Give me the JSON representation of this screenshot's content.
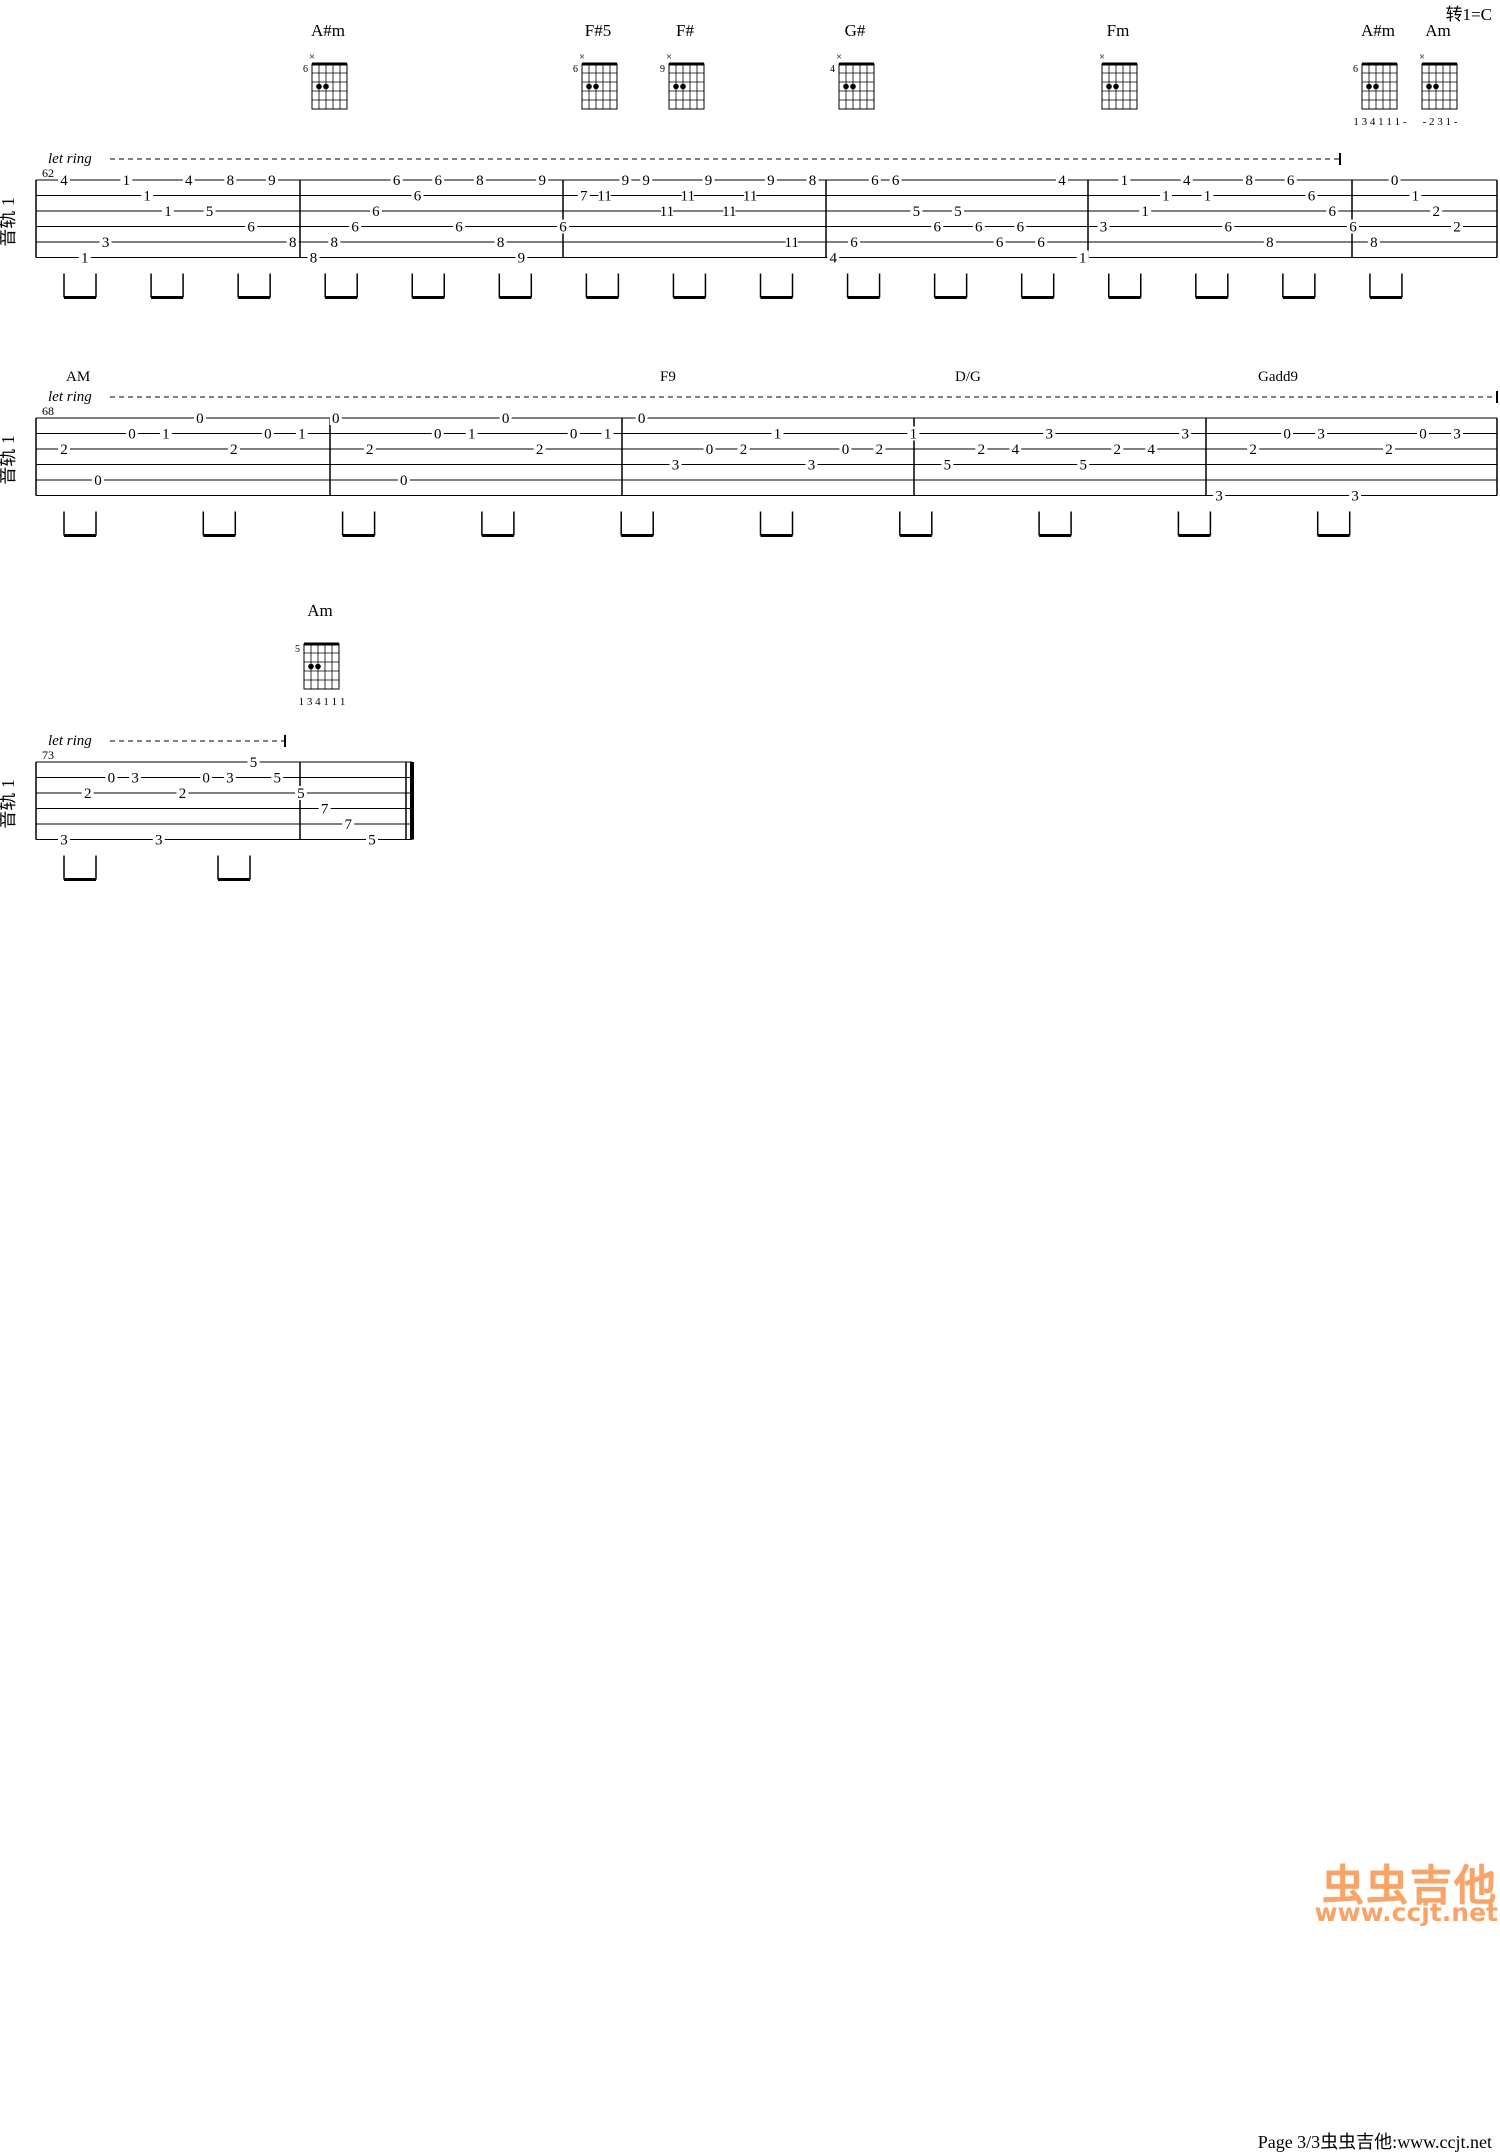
{
  "header": {
    "key_change": "转1=C"
  },
  "track_label": "音轨 1",
  "let_ring": "let ring",
  "footer": {
    "page": "Page 3/3",
    "site": "虫虫吉他:www.ccjt.net"
  },
  "watermark": {
    "logo": "虫虫吉他",
    "url": "www.ccjt.net"
  },
  "chords": [
    {
      "name": "A#m",
      "fret": "6",
      "mutes": "6",
      "fingers": ""
    },
    {
      "name": "F#5",
      "fret": "6",
      "mutes": "6,5",
      "fingers": ""
    },
    {
      "name": "F#",
      "fret": "9",
      "mutes": "6,5",
      "fingers": ""
    },
    {
      "name": "G#",
      "fret": "4",
      "mutes": "2",
      "fingers": ""
    },
    {
      "name": "Fm",
      "fret": "",
      "mutes": "6",
      "fingers": ""
    },
    {
      "name": "A#m",
      "fret": "6",
      "mutes": "",
      "fingers": "1 3 4 1 1 1 -"
    },
    {
      "name": "Am",
      "fret": "",
      "mutes": "6",
      "fingers": "- 2 3 1 -"
    },
    {
      "name": "Am",
      "fret": "5",
      "mutes": "",
      "fingers": "1 3 4 1 1 1"
    }
  ],
  "section_chords": [
    "AM",
    "F9",
    "D/G",
    "Gadd9"
  ],
  "systems": [
    {
      "measure_start": "62",
      "notes": [
        [
          "1",
          "4"
        ],
        [
          "6",
          "1"
        ],
        [
          "5",
          "3"
        ],
        [
          "1",
          "1"
        ],
        [
          "2",
          "1"
        ],
        [
          "3",
          "1"
        ],
        [
          "1",
          "4"
        ],
        [
          "3",
          "5"
        ],
        [
          "1",
          "8"
        ],
        [
          "4",
          "6"
        ],
        [
          "1",
          "9"
        ],
        [
          "5",
          "8"
        ],
        [
          "6",
          "8"
        ],
        [
          "5",
          "8"
        ],
        [
          "4",
          "6"
        ],
        [
          "3",
          "6"
        ],
        [
          "1",
          "6"
        ],
        [
          "2",
          "6"
        ],
        [
          "1",
          "6"
        ],
        [
          "4",
          "6"
        ],
        [
          "1",
          "8"
        ],
        [
          "5",
          "8"
        ],
        [
          "6",
          "9"
        ],
        [
          "1",
          "9"
        ],
        [
          "4",
          "6"
        ],
        [
          "2",
          "7"
        ],
        [
          "2",
          "11"
        ],
        [
          "1",
          "9"
        ],
        [
          "1",
          "9"
        ],
        [
          "3",
          "11"
        ],
        [
          "2",
          "11"
        ],
        [
          "1",
          "9"
        ],
        [
          "3",
          "11"
        ],
        [
          "2",
          "11"
        ],
        [
          "1",
          "9"
        ],
        [
          "5",
          "11"
        ],
        [
          "1",
          "8"
        ],
        [
          "6",
          "4"
        ],
        [
          "5",
          "6"
        ],
        [
          "1",
          "6"
        ],
        [
          "1",
          "6"
        ],
        [
          "3",
          "5"
        ],
        [
          "4",
          "6"
        ],
        [
          "3",
          "5"
        ],
        [
          "4",
          "6"
        ],
        [
          "5",
          "6"
        ],
        [
          "4",
          "6"
        ],
        [
          "5",
          "6"
        ],
        [
          "1",
          "4"
        ],
        [
          "6",
          "1"
        ],
        [
          "4",
          "3"
        ],
        [
          "1",
          "1"
        ],
        [
          "3",
          "1"
        ],
        [
          "2",
          "1"
        ],
        [
          "1",
          "4"
        ],
        [
          "2",
          "1"
        ],
        [
          "4",
          "6"
        ],
        [
          "1",
          "8"
        ],
        [
          "5",
          "8"
        ],
        [
          "1",
          "6"
        ],
        [
          "2",
          "6"
        ],
        [
          "3",
          "6"
        ],
        [
          "4",
          "6"
        ],
        [
          "5",
          "8"
        ],
        [
          "1",
          "0"
        ],
        [
          "2",
          "1"
        ],
        [
          "3",
          "2"
        ],
        [
          "4",
          "2"
        ]
      ]
    },
    {
      "measure_start": "68",
      "notes": [
        [
          "3",
          "2"
        ],
        [
          "5",
          "0"
        ],
        [
          "2",
          "0"
        ],
        [
          "2",
          "1"
        ],
        [
          "1",
          "0"
        ],
        [
          "3",
          "2"
        ],
        [
          "2",
          "0"
        ],
        [
          "2",
          "1"
        ],
        [
          "1",
          "0"
        ],
        [
          "3",
          "2"
        ],
        [
          "5",
          "0"
        ],
        [
          "2",
          "0"
        ],
        [
          "2",
          "1"
        ],
        [
          "1",
          "0"
        ],
        [
          "3",
          "2"
        ],
        [
          "2",
          "0"
        ],
        [
          "2",
          "1"
        ],
        [
          "1",
          "0"
        ],
        [
          "4",
          "3"
        ],
        [
          "3",
          "0"
        ],
        [
          "3",
          "2"
        ],
        [
          "2",
          "1"
        ],
        [
          "4",
          "3"
        ],
        [
          "3",
          "0"
        ],
        [
          "3",
          "2"
        ],
        [
          "2",
          "1"
        ],
        [
          "4",
          "5"
        ],
        [
          "3",
          "2"
        ],
        [
          "3",
          "4"
        ],
        [
          "2",
          "3"
        ],
        [
          "4",
          "5"
        ],
        [
          "3",
          "2"
        ],
        [
          "3",
          "4"
        ],
        [
          "2",
          "3"
        ],
        [
          "6",
          "3"
        ],
        [
          "3",
          "2"
        ],
        [
          "2",
          "0"
        ],
        [
          "2",
          "3"
        ],
        [
          "6",
          "3"
        ],
        [
          "3",
          "2"
        ],
        [
          "2",
          "0"
        ],
        [
          "2",
          "3"
        ]
      ]
    },
    {
      "measure_start": "73",
      "notes": [
        [
          "6",
          "3"
        ],
        [
          "3",
          "2"
        ],
        [
          "2",
          "0"
        ],
        [
          "2",
          "3"
        ],
        [
          "6",
          "3"
        ],
        [
          "3",
          "2"
        ],
        [
          "2",
          "0"
        ],
        [
          "2",
          "3"
        ],
        [
          "1",
          "5"
        ],
        [
          "2",
          "5"
        ],
        [
          "3",
          "5"
        ],
        [
          "4",
          "7"
        ],
        [
          "5",
          "7"
        ],
        [
          "6",
          "5"
        ]
      ]
    }
  ]
}
